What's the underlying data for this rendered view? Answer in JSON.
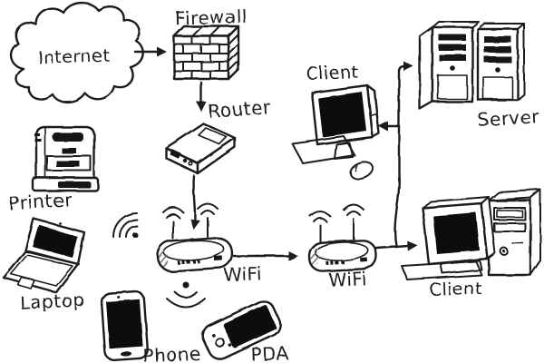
{
  "diagram": {
    "kind": "hand-drawn network diagram",
    "nodes": {
      "internet": {
        "label": "Internet",
        "icon": "cloud-icon"
      },
      "firewall": {
        "label": "Firewall",
        "icon": "brick-wall-icon"
      },
      "router": {
        "label": "Router",
        "icon": "router-box-icon"
      },
      "wifi_center": {
        "label": "WiFi",
        "icon": "wireless-router-icon"
      },
      "wifi_right": {
        "label": "WiFi",
        "icon": "wireless-router-icon"
      },
      "client_top": {
        "label": "Client",
        "icon": "desktop-computer-icon"
      },
      "server": {
        "label": "Server",
        "icon": "server-towers-icon"
      },
      "client_bottom": {
        "label": "Client",
        "icon": "desktop-tower-icon"
      },
      "printer": {
        "label": "Printer",
        "icon": "printer-icon"
      },
      "laptop": {
        "label": "Laptop",
        "icon": "laptop-icon"
      },
      "phone": {
        "label": "Phone",
        "icon": "smartphone-icon"
      },
      "pda": {
        "label": "PDA",
        "icon": "pda-icon"
      }
    },
    "connections": [
      {
        "from": "internet",
        "to": "firewall",
        "type": "arrow"
      },
      {
        "from": "firewall",
        "to": "router",
        "type": "arrow"
      },
      {
        "from": "router",
        "to": "wifi_center",
        "type": "arrow"
      },
      {
        "from": "wifi_center",
        "to": "wifi_right",
        "type": "arrow"
      },
      {
        "from": "wifi_right",
        "to": "client_bottom",
        "type": "arrow"
      },
      {
        "from": "wifi_right",
        "to": "server",
        "type": "arrow"
      },
      {
        "from": "wifi_right",
        "to": "client_top",
        "type": "arrow"
      },
      {
        "from": "wifi_center",
        "to": "laptop",
        "type": "wireless-signal"
      },
      {
        "from": "wifi_center",
        "to": "phone",
        "type": "wireless-signal"
      }
    ]
  },
  "colors": {
    "ink": "#1c1c1c",
    "screen_fill": "#0d0d0d",
    "paper": "#ffffff"
  }
}
